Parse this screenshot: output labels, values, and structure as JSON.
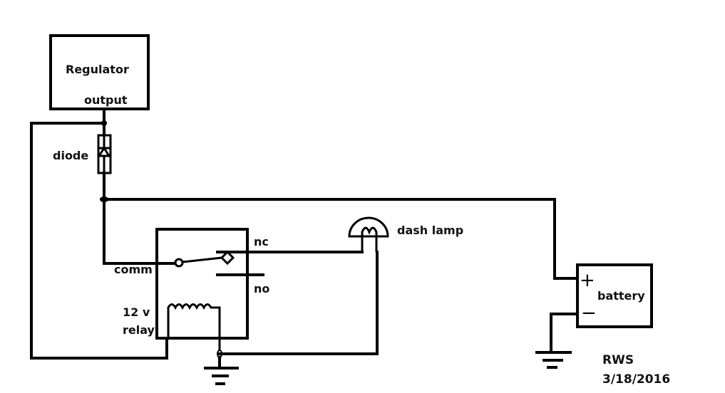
{
  "diagram": {
    "type": "wiring-schematic",
    "components": {
      "regulator": {
        "label": "Regulator",
        "terminal": "output"
      },
      "diode": {
        "label": "diode"
      },
      "relay": {
        "label_line1": "12 v",
        "label_line2": "relay",
        "terminals": {
          "common": "comm",
          "normally_closed": "nc",
          "normally_open": "no"
        }
      },
      "dash_lamp": {
        "label": "dash lamp"
      },
      "battery": {
        "label": "battery",
        "positive": "+",
        "negative": "−"
      }
    },
    "signature": {
      "author": "RWS",
      "date": "3/18/2016"
    },
    "connections": [
      "Regulator output -> diode -> junction node",
      "junction node -> relay comm",
      "junction node -> battery +",
      "regulator output node -> relay coil (left)",
      "relay nc -> dash lamp",
      "dash lamp -> relay coil (right) / ground",
      "battery - -> ground"
    ],
    "colors": {
      "line": "#000000",
      "background": "#ffffff"
    }
  }
}
